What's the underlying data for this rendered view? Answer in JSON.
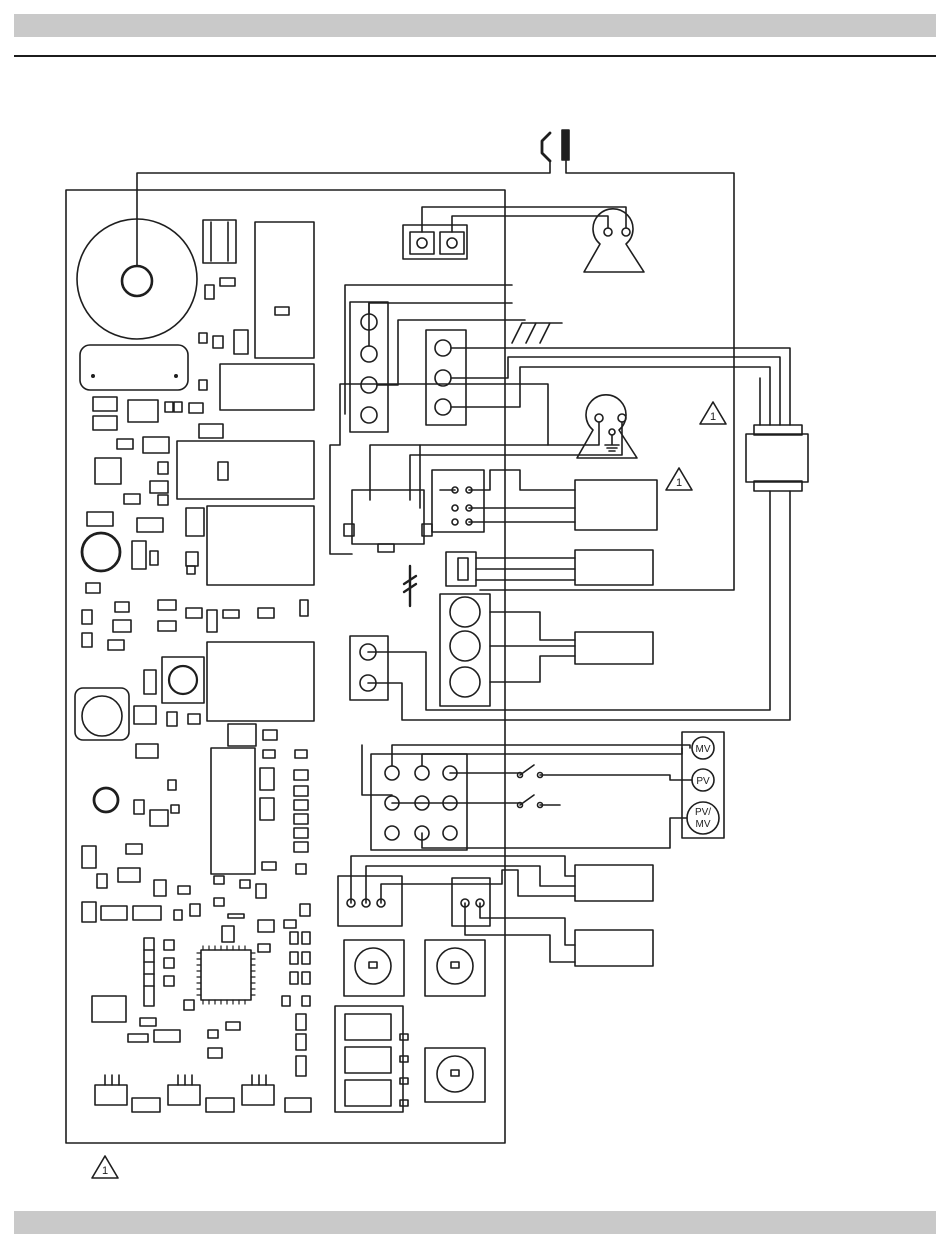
{
  "header": {
    "title": ""
  },
  "footer": {
    "text": ""
  },
  "diagram": {
    "labels": {
      "mv": "MV",
      "pv": "PV",
      "pvmv_top": "PV/",
      "pvmv_bottom": "MV",
      "warning_number": "1"
    },
    "legend": {
      "note": ""
    },
    "colors": {
      "line": "#1e1e1e",
      "band": "#c9c9c9",
      "background": "#ffffff"
    }
  }
}
